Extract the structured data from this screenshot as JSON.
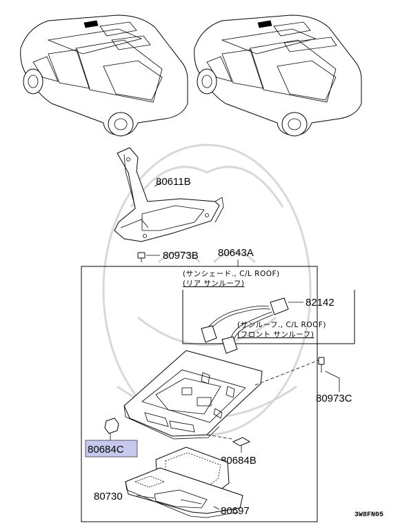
{
  "parts": {
    "bracket": "80611B",
    "screw_upper": "80973B",
    "lamp_assembly": "80643A",
    "screw_right": "80973C",
    "harness": "82142",
    "clip_left": "80684C",
    "clip_right": "80684B",
    "lens_frame": "80730",
    "lens": "80697"
  },
  "notes": {
    "rear_line1": "(サンシェード., C/L  ROOF)",
    "rear_line2": "(リア  サンルーフ)",
    "front_line1": "(サンルーフ., C/L  ROOF)",
    "front_line2": "(フロント  サンルーフ)"
  },
  "diagram_code": "3W8FN05",
  "highlight_color": "#c7c9ec"
}
